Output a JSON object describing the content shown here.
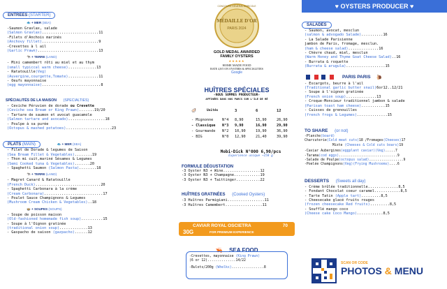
{
  "header": {
    "brand_banner": "OYSTERS PRODUCER",
    "medal_top": "GOLD MEDAL AWARDED",
    "medal_ring": "CONCOURS GÉNÉRAL AGRICOLE",
    "medal_word": "MÉDAILLE D'OR",
    "medal_city": "PARIS 2024",
    "family": "FAMILY OYSTERS",
    "stars": "★★★★★",
    "homemade": "HOME MADE FOOD",
    "rating": "RATE 4,8/5 ON OYSTERS & SPECIALITIES",
    "google": "Google"
  },
  "entrees": {
    "title": "ENTREES",
    "title_tr": "(STARTER)",
    "sea_label": "MER",
    "sea_tr": "(SEA)",
    "sea_items": [
      {
        "fr": "-Saumon Gravlax, salade",
        "en": "(Salmon Gravlax)",
        "price": "11"
      },
      {
        "fr": "-Filets d'Anchois marinés",
        "en": "(Anchovy fillet)",
        "price": "9"
      },
      {
        "fr": "-Crevettes à l ail",
        "en": "(Garlic Prawn)",
        "price": "13"
      }
    ],
    "land_label": "TERRE",
    "land_tr": "(LAND)",
    "land_items": [
      {
        "fr": "- Mini camembert rôti au miel et au thym",
        "en": "(small typiccal warm cheese)",
        "price": "13"
      },
      {
        "fr": "- Ratatouille",
        "veg": "(Veg)",
        "en": "(Auvergine,courgette,Tomate)",
        "price": "11"
      },
      {
        "fr": "- Oeufs mayonnaise",
        "en": "(egg mayonnaise)",
        "price": "8"
      }
    ],
    "specials_title": "SPÉCIALITÉS DE LA MAISON",
    "specials_tr": "(SPECIALTIES)",
    "specials_items": [
      {
        "fr": "- Ceviche Péruvien de dorade",
        "fr2": "ou Crevette",
        "en": "(Ceviche sea Bream or King Prawn)",
        "price": "19/20"
      },
      {
        "fr": "- Tartare de saumon et avocat guacamole",
        "en": "(Salmon tartare and avocado)",
        "price": "18"
      },
      {
        "fr": "- Poulpe à sa purée",
        "en": "(Octopus & mashed potatoes)",
        "price": "23"
      }
    ]
  },
  "plats": {
    "title": "PLATS",
    "title_tr": "(MAIN)",
    "sea_label": "MER",
    "sea_tr": "(SEA)",
    "sea_items": [
      {
        "fr": "- Filet de Dorade & legumes de Saison",
        "en": "(Sea Bream Fillet & Vegetables)",
        "price": "19"
      },
      {
        "fr": "- Thon mi cuit,mariné Sésames & Legumes",
        "en": "(Semi Cooked tuna & Vegetables)",
        "price": "20"
      },
      {
        "fr": "- Spaghetti Saumon",
        "en": "(Salmon Pasta)",
        "price": "18"
      }
    ],
    "land_label": "TERRE",
    "land_tr": "(LAND)",
    "land_items": [
      {
        "fr": "- Magret Canard & Ratatouille",
        "en": "(French Duck)",
        "price": "20"
      },
      {
        "fr": "- Spaghetti Carbonara à la crème",
        "en": "(Cream Carbonara)",
        "price": "17"
      },
      {
        "fr": "- Poulet Sauce Champignons & Legumes",
        "en": "(Mushroom Cream Chicken & Vegetables)",
        "price": "18"
      }
    ],
    "soup_label": "SOUPES",
    "soup_tr": "(SOUPS)",
    "soup_items": [
      {
        "fr": "- Soupe de poisson maison",
        "en": "(Old-fashioned homemade fish soup)",
        "price": "15"
      },
      {
        "fr": "- Soupe à l'Oignon gratinée",
        "en": "(traditional onion soup)",
        "price": "13"
      },
      {
        "fr": "- Gaspacho de saison",
        "en": "(gazpacho)",
        "price": "12"
      }
    ]
  },
  "huitres": {
    "title": "HUÎTRES SPÉCIALES",
    "subtitle": "-NOUS SOMMES PRODUCTEUR-",
    "subtitle2": "AFFINÉES DANS NOS PARCS SUR L'ILE DE RÉ",
    "unit_label": "Unités",
    "counts": [
      "3",
      "6",
      "12"
    ],
    "rows": [
      {
        "name": "- Mignonne",
        "no": "N°4",
        "p3": "8,90",
        "p6": "15,90",
        "p12": "26,90"
      },
      {
        "name": "- Classique",
        "no": "N°3",
        "p3": "9,90",
        "p6": "16,90",
        "p12": "29,90"
      },
      {
        "name": "- Gourmande",
        "no": "N°2",
        "p3": "10,90",
        "p6": "19,90",
        "p12": "36,90"
      },
      {
        "name": "- BIG",
        "no": "N°0",
        "p3": "12,90",
        "p6": "21,40",
        "p12": "39,90"
      }
    ],
    "mobi": "Mobi-Dick N°000 6,90/pcs",
    "mobi_sub": "Experience unique ~150 g",
    "formule_title": "FORMULE DÉGUSTATION",
    "formule_items": [
      {
        "name": "-3 Oyster N3 + Wine",
        "price": "12"
      },
      {
        "name": "-3 Oyster N3 + Champagne",
        "price": "19"
      },
      {
        "name": "-3 Oyster N3 + Taittinger",
        "price": "22"
      }
    ],
    "gratinees_title": "HUÎTRES GRATINÉES",
    "gratinees_tr": "(Cooked Oysters)",
    "gratinees_items": [
      {
        "name": "-3 Huîtres Parmigiani",
        "price": "11"
      },
      {
        "name": "-3 Huîtres Camembert",
        "price": "11"
      }
    ],
    "caviar_label": "CAVIAR  ROYAL OSCIETRA",
    "caviar_weight": "30G",
    "caviar_price": "70",
    "caviar_sub": "FOR PREMIUM EXPERIENCE"
  },
  "seafood": {
    "title": "SEA FOOD",
    "items": [
      {
        "fr": "-Crevettes, mayonnaise",
        "en": "(King Prawn)",
        "note": "(6 or 12)",
        "price": "14/22"
      },
      {
        "fr": "-Bulots/200g",
        "en": "(Whelks)",
        "price": "8"
      }
    ]
  },
  "salades": {
    "title": "SALADES",
    "items": [
      {
        "fr": "- Saumon, avocat, mesclun",
        "en": "(salmon & advogado Salade)",
        "price": "16"
      },
      {
        "fr": "- La Salade Parisienne",
        "fr2": "jambon de Paris, fromage, mesclun.",
        "en": "(ham & cheese salad)",
        "price": "16"
      },
      {
        "fr": "- Chèvre chaud, miel, mesclun",
        "en": "(Warm Honey and Thyme Goat Cheese Salad)",
        "price": "16"
      },
      {
        "fr": "- Burrata & roquette",
        "en": "(Burrata & arugula)",
        "price": "15"
      }
    ]
  },
  "paris": {
    "title": "PARIS PARIS",
    "items": [
      {
        "fr": "- Escargots, beurre à l'ail",
        "en": "(Traditional garlic butter snail)",
        "price": "6or12..12/21"
      },
      {
        "fr": "- Soupe à l'oignon gratinée",
        "en": "(French onion soup)",
        "price": "13"
      },
      {
        "fr": "- Croque-Monsieur traditionnel jambon & salade",
        "en": "(Parisan toast ham cheese)",
        "price": "15"
      },
      {
        "fr": "- Cuisses de grenouilles",
        "en": "(french frogs & Legumes)",
        "price": "15"
      }
    ]
  },
  "share": {
    "title": "TO SHARE",
    "title_tr": "(or not)",
    "items": [
      {
        "text": "-Planche",
        "en": "(board)"
      },
      {
        "text": "Charcuterie",
        "en": "(Cold meat cuts)",
        "mid": "18 /Fromages",
        "en2": "(Cheeses)",
        "price": "17"
      },
      {
        "text": "Mixte",
        "en": "(Cheeses & Cold cuts boars)",
        "price": "19"
      },
      {
        "text": "-Caviar Aubergines",
        "en": "(eggplant caviar)",
        "veg": "(Veg)",
        "price": "7"
      },
      {
        "text": "-Tarama",
        "en": "(cod eggs)",
        "price": "9"
      },
      {
        "text": "-Salade de Poulpe",
        "en": "(octopus salad)",
        "price": "9"
      },
      {
        "text": "-Poelée Champignons",
        "veg": "(Veg)",
        "en": "(Frying Mushrooms)",
        "price": "6"
      }
    ]
  },
  "desserts": {
    "title": "DESSERTS",
    "title_tr": "(Sweets all day)",
    "items": [
      {
        "fr": "- Crème brûlée traditionnelle",
        "price": "8,5"
      },
      {
        "fr": "- Fondant Chocolat coeur caramel",
        "price": "8,5"
      },
      {
        "fr": "- Tarte Tatin",
        "en": "(Apple tart)",
        "price": "8,5"
      },
      {
        "fr": "- Cheesecake glacé fruits rouges",
        "en": "(frozen cheesecake Red fruits)",
        "price": "8,5"
      },
      {
        "fr": "- Soufflé mango coco",
        "en": "(Cheese cake Coco Mango)",
        "price": "8,5"
      }
    ]
  },
  "qr": {
    "scan": "SCAN OR CODE",
    "label1": "PHOTOS",
    "amp": "&",
    "label2": "MENU"
  },
  "colors": {
    "accent": "#3a6fd8",
    "navy": "#1a3a8a",
    "orange": "#f29a1d",
    "gold": "#c9a23a"
  }
}
